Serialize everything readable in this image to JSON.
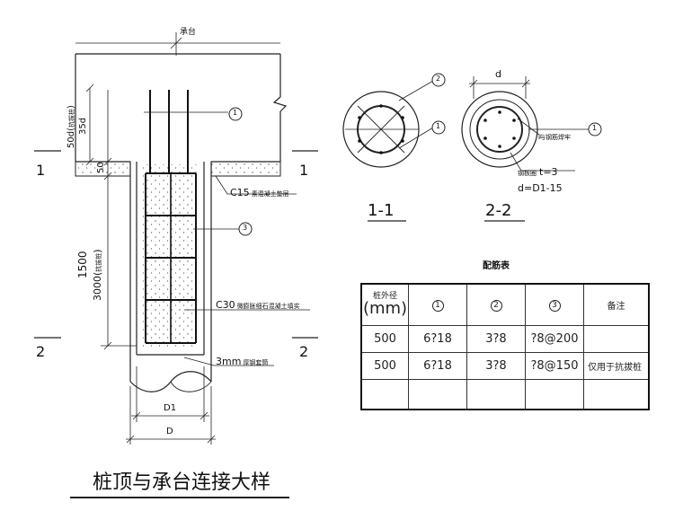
{
  "drawing": {
    "title": "桩顶与承台连接大样",
    "cap_label": "承台",
    "anchor_label_a": "50d(",
    "anchor_label_b": "35d",
    "anchor_label_small": "抗拔桩",
    "dim_50": "50",
    "dim_1500": "1500",
    "dim_3000": "3000(",
    "dim_3000_small": "抗拔桩",
    "c15_label": "C15",
    "c15_note": "素混凝土垫层",
    "c30_label": "C30",
    "c30_note": "微膨胀细石混凝土填实",
    "shell_label": "3mm",
    "shell_note": "厚钢套筒",
    "d1_label": "D1",
    "d_label": "D",
    "cut1_left": "1",
    "cut1_right": "1",
    "cut2_left": "2",
    "cut2_right": "2",
    "callout_1": "1",
    "callout_2": "2",
    "callout_3": "3",
    "section1_title": "1-1",
    "section2_title": "2-2",
    "sec2_d": "d",
    "sec2_note": "与钢筋焊牢",
    "sec2_t_label": "t=3",
    "sec2_t_small": "钢板圈",
    "sec2_d_formula": "d=D1-15"
  },
  "table": {
    "title": "配筋表",
    "header": {
      "dia_small": "桩外径",
      "dia_unit": "(mm)",
      "col1": "1",
      "col2": "2",
      "col3": "3",
      "remark": "备注"
    },
    "rows": [
      {
        "dia": "500",
        "c1": "6?18",
        "c2": "3?8",
        "c3": "?8@200",
        "remark": ""
      },
      {
        "dia": "500",
        "c1": "6?18",
        "c2": "3?8",
        "c3": "?8@150",
        "remark": "仅用于抗拔桩"
      },
      {
        "dia": "",
        "c1": "",
        "c2": "",
        "c3": "",
        "remark": ""
      }
    ]
  }
}
